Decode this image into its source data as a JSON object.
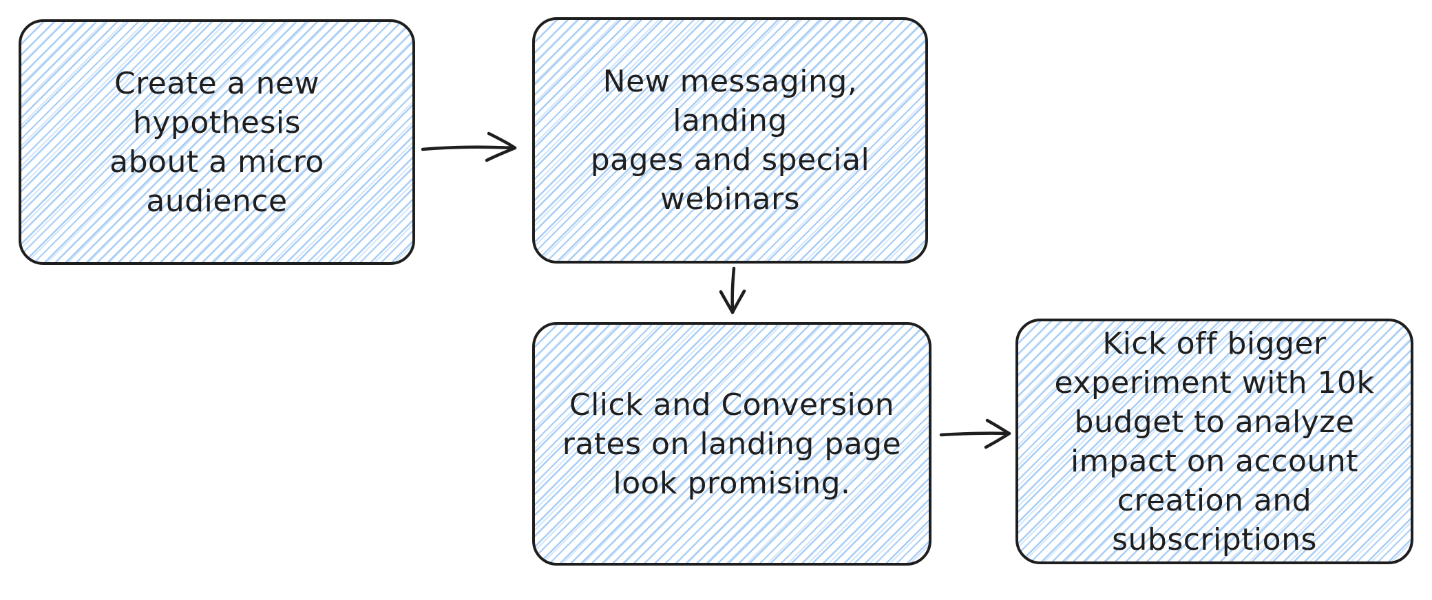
{
  "diagram": {
    "type": "flowchart",
    "style": "hand-drawn-whiteboard",
    "nodes": [
      {
        "id": "n1",
        "label": "Create a new hypothesis\nabout a micro audience"
      },
      {
        "id": "n2",
        "label": "New messaging, landing\npages and special\nwebinars"
      },
      {
        "id": "n3",
        "label": "Click and Conversion\nrates on landing page\nlook promising."
      },
      {
        "id": "n4",
        "label": "Kick off bigger\nexperiment with 10k\nbudget to analyze\nimpact on account\ncreation and\nsubscriptions"
      }
    ],
    "edges": [
      {
        "from": "n1",
        "to": "n2",
        "direction": "right"
      },
      {
        "from": "n2",
        "to": "n3",
        "direction": "down"
      },
      {
        "from": "n3",
        "to": "n4",
        "direction": "right"
      }
    ]
  },
  "theme": {
    "stroke": "#1e1e1e",
    "hatch": "#a8cdf5",
    "background": "#ffffff",
    "text": "#1e1e1e"
  }
}
